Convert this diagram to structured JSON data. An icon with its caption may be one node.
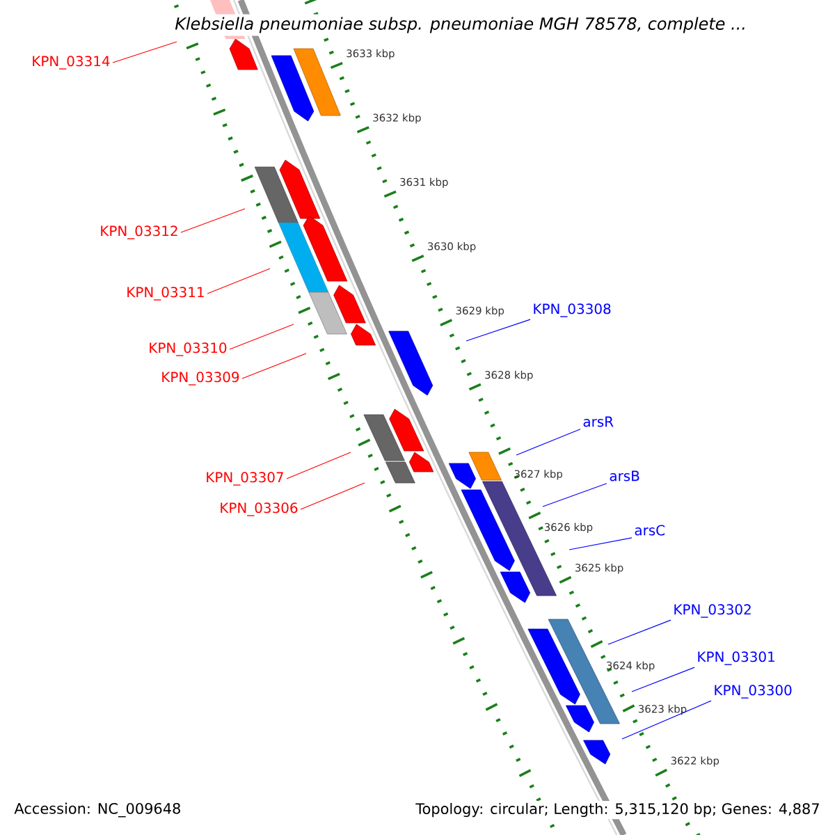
{
  "diagram": {
    "title": "Klebsiella pneumoniae subsp. pneumoniae MGH 78578, complete ...",
    "nodes": [
      {
        "text": [
          "KPN_03314"
        ]
      },
      {
        "text": [
          "KPN_03312"
        ]
      },
      {
        "text": [
          "KPN_03311"
        ]
      },
      {
        "text": [
          "KPN_03310"
        ]
      },
      {
        "text": [
          "KPN_03309"
        ]
      },
      {
        "text": [
          "KPN_03307"
        ]
      },
      {
        "text": [
          "KPN_03306"
        ]
      },
      {
        "text": [
          "KPN_03308"
        ]
      },
      {
        "text": [
          "arsR"
        ]
      },
      {
        "text": [
          "arsB"
        ]
      },
      {
        "text": [
          "arsC"
        ]
      },
      {
        "text": [
          "KPN_03302"
        ]
      },
      {
        "text": [
          "KPN_03301"
        ]
      },
      {
        "text": [
          "KPN_03300"
        ]
      }
    ],
    "edges": [
      {
        "from": 0,
        "to": null,
        "arrow": "none",
        "color": "#ff0000"
      },
      {
        "from": 1,
        "to": null,
        "arrow": "none",
        "color": "#ff0000"
      },
      {
        "from": 2,
        "to": null,
        "arrow": "none",
        "color": "#ff0000"
      },
      {
        "from": 3,
        "to": null,
        "arrow": "none",
        "color": "#ff0000"
      },
      {
        "from": 4,
        "to": null,
        "arrow": "none",
        "color": "#ff0000"
      },
      {
        "from": 5,
        "to": null,
        "arrow": "none",
        "color": "#ff0000"
      },
      {
        "from": 6,
        "to": null,
        "arrow": "none",
        "color": "#ff0000"
      },
      {
        "from": 7,
        "to": null,
        "arrow": "none",
        "color": "#0000ff"
      },
      {
        "from": 8,
        "to": null,
        "arrow": "none",
        "color": "#0000ff"
      },
      {
        "from": 9,
        "to": null,
        "arrow": "none",
        "color": "#0000ff"
      },
      {
        "from": 10,
        "to": null,
        "arrow": "none",
        "color": "#0000ff"
      },
      {
        "from": 11,
        "to": null,
        "arrow": "none",
        "color": "#0000ff"
      },
      {
        "from": 12,
        "to": null,
        "arrow": "none",
        "color": "#0000ff"
      },
      {
        "from": 13,
        "to": null,
        "arrow": "none",
        "color": "#0000ff"
      }
    ],
    "labels": [
      "3633 kbp",
      "3632 kbp",
      "3631 kbp",
      "3630 kbp",
      "3629 kbp",
      "3628 kbp",
      "3627 kbp",
      "3626 kbp",
      "3625 kbp",
      "3624 kbp",
      "3623 kbp",
      "3622 kbp",
      "Accession: NC_009648",
      "Topology: circular; Length: 5,315,120 bp; Genes: 4,887"
    ]
  }
}
